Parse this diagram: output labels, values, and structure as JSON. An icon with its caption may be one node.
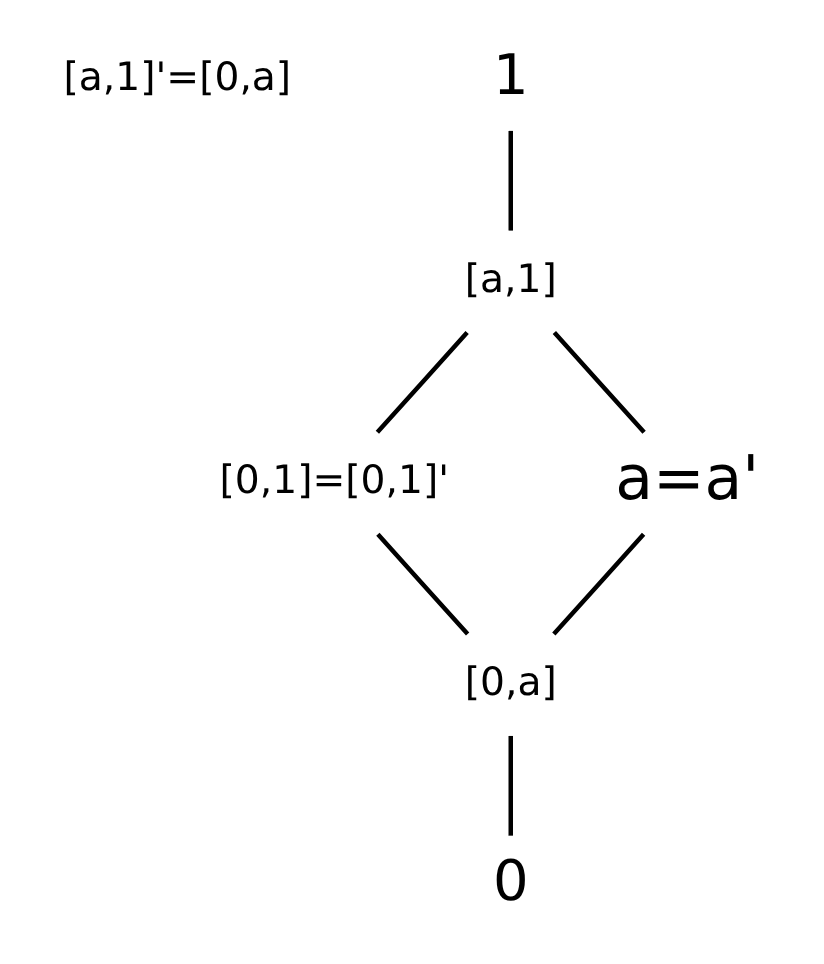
{
  "diagram": {
    "nodes": [
      {
        "text": [
          "1"
        ]
      },
      {
        "text": [
          "[a,1]"
        ]
      },
      {
        "text": [
          "[0,1]=[0,1]'"
        ]
      },
      {
        "text": [
          "a=a'"
        ]
      },
      {
        "text": [
          "[0,a]"
        ]
      },
      {
        "text": [
          "0"
        ]
      }
    ],
    "edges": [
      {
        "from": 0,
        "to": 1,
        "arrow": "none"
      },
      {
        "from": 1,
        "to": 2,
        "arrow": "none"
      },
      {
        "from": 1,
        "to": 3,
        "arrow": "none"
      },
      {
        "from": 2,
        "to": 4,
        "arrow": "none"
      },
      {
        "from": 3,
        "to": 4,
        "arrow": "none"
      },
      {
        "from": 4,
        "to": 5,
        "arrow": "none"
      }
    ],
    "labels": [
      "[a,1]'=[0,a]"
    ]
  }
}
